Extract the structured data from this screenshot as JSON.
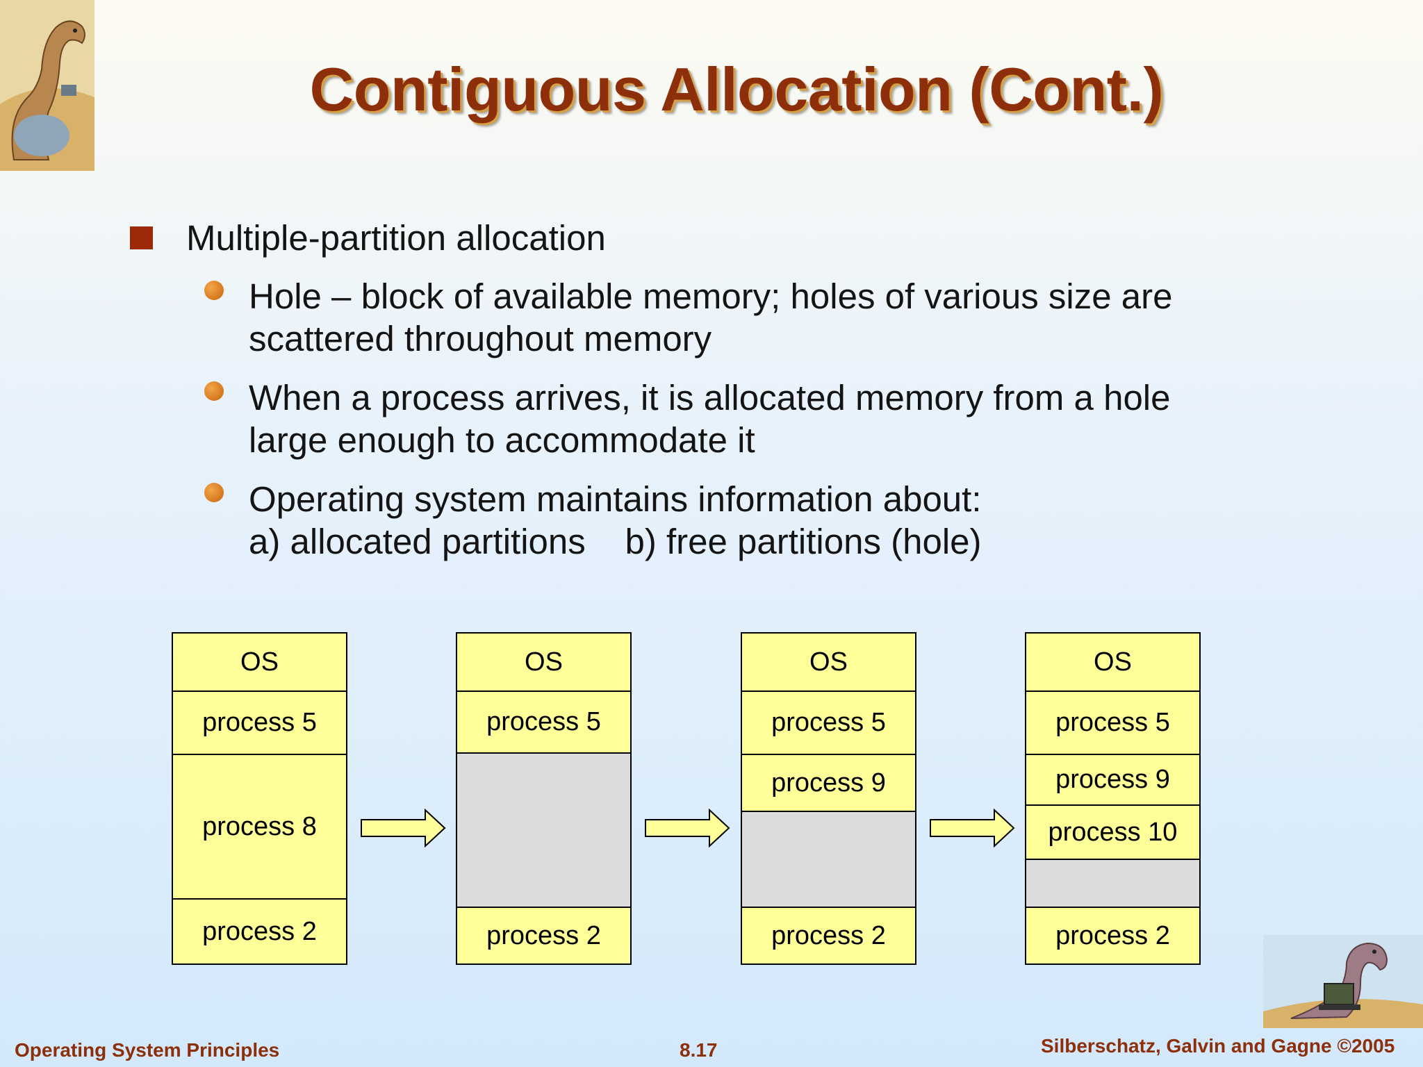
{
  "title": "Contiguous Allocation (Cont.)",
  "bullets": {
    "main": "Multiple-partition allocation",
    "sub": [
      {
        "line1": "Hole – block of available memory; holes of various size are",
        "line2": "scattered throughout memory"
      },
      {
        "line1": "When a process arrives, it is allocated memory from a hole",
        "line2": "large enough to accommodate it"
      },
      {
        "line1": "Operating system maintains information about:",
        "line2": "a) allocated partitions    b) free partitions (hole)"
      }
    ]
  },
  "diagram": {
    "states": [
      [
        "OS",
        "process 5",
        "process 8",
        "process 2"
      ],
      [
        "OS",
        "process 5",
        "",
        "process 2"
      ],
      [
        "OS",
        "process 5",
        "process 9",
        "",
        "process 2"
      ],
      [
        "OS",
        "process 5",
        "process 9",
        "process 10",
        "",
        "process 2"
      ]
    ]
  },
  "footer": {
    "left": "Operating System Principles",
    "center": "8.17",
    "right": "Silberschatz, Galvin and Gagne ©2005"
  },
  "colors": {
    "title": "#8c2f0a",
    "partition": "#ffff99",
    "hole": "#dcdcdc",
    "bullet": "#9c2a08"
  }
}
